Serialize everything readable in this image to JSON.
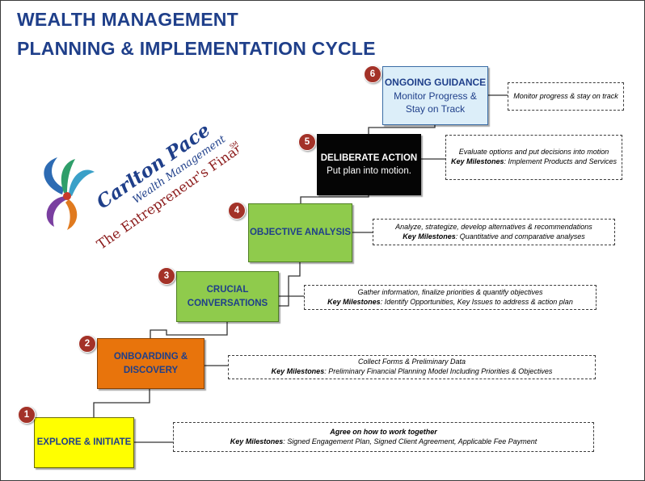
{
  "title": {
    "line1": "WEALTH MANAGEMENT",
    "line2": "PLANNING & IMPLEMENTATION CYCLE"
  },
  "logo": {
    "line1": "Carlton Pace",
    "line2": "Wealth Management",
    "line3": "The Entrepreneur's Financial Office",
    "mark": "SM"
  },
  "steps": [
    {
      "number": "1",
      "title_lines": [
        "EXPLORE & INITIATE"
      ],
      "sub_lines": [],
      "color": "#ffff00",
      "description": "Agree on how to work together",
      "milestones_label": "Key Milestones",
      "milestones": ": Signed Engagement Plan, Signed Client Agreement, Applicable Fee Payment"
    },
    {
      "number": "2",
      "title_lines": [
        "ONBOARDING &",
        "DISCOVERY"
      ],
      "sub_lines": [],
      "color": "#e8740c",
      "description": "Collect Forms & Preliminary Data",
      "milestones_label": "Key Milestones",
      "milestones": ": Preliminary Financial Planning Model Including Priorities & Objectives"
    },
    {
      "number": "3",
      "title_lines": [
        "CRUCIAL",
        "CONVERSATIONS"
      ],
      "sub_lines": [],
      "color": "#8fcb4c",
      "description": "Gather information, finalize priorities & quantify objectives",
      "milestones_label": "Key Milestones",
      "milestones": ": Identify Opportunities, Key Issues to address & action plan"
    },
    {
      "number": "4",
      "title_lines": [
        "OBJECTIVE ANALYSIS"
      ],
      "sub_lines": [],
      "color": "#8fcb4c",
      "description": "Analyze, strategize, develop alternatives & recommendations",
      "milestones_label": "Key Milestones",
      "milestones": ": Quantitative and comparative analyses"
    },
    {
      "number": "5",
      "title_lines": [
        "DELIBERATE ACTION"
      ],
      "sub_lines": [
        "Put plan into motion."
      ],
      "color": "#050505",
      "description": "Evaluate options and put decisions into motion",
      "milestones_label": "Key Milestones",
      "milestones": ": Implement Products and Services"
    },
    {
      "number": "6",
      "title_lines": [
        "ONGOING GUIDANCE"
      ],
      "sub_lines": [
        "Monitor Progress &",
        "Stay on Track"
      ],
      "color": "#dceef9",
      "description": "Monitor progress & stay on track",
      "milestones_label": "",
      "milestones": ""
    }
  ],
  "colors": {
    "title": "#1f3f8a",
    "badge": "#a33228",
    "connector": "#333333",
    "logo_script": "#1f3f8a",
    "logo_tagline": "#8b1a1a"
  }
}
